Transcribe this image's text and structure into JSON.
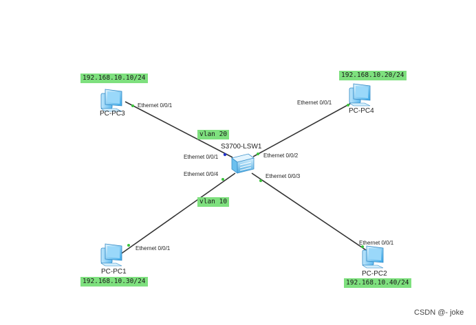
{
  "switch": {
    "name": "S3700-LSW1",
    "ports": {
      "e001": "Ethernet 0/0/1",
      "e002": "Ethernet 0/0/2",
      "e003": "Ethernet 0/0/3",
      "e004": "Ethernet 0/0/4"
    }
  },
  "vlans": {
    "upper": "vlan 20",
    "lower": "vlan 10"
  },
  "hosts": {
    "pc3": {
      "name": "PC-PC3",
      "ip": "192.168.10.10/24",
      "port": "Ethernet 0/0/1"
    },
    "pc4": {
      "name": "PC-PC4",
      "ip": "192.168.10.20/24",
      "port": "Ethernet 0/0/1"
    },
    "pc1": {
      "name": "PC-PC1",
      "ip": "192.168.10.30/24",
      "port": "Ethernet 0/0/1"
    },
    "pc2": {
      "name": "PC-PC2",
      "ip": "192.168.10.40/24",
      "port": "Ethernet 0/0/1"
    }
  },
  "colors": {
    "tag_bg": "#7ee07e",
    "port_dot": "#3cc33c",
    "active_dot": "#2233cc",
    "link": "#333333"
  },
  "watermark": "CSDN @- joke"
}
